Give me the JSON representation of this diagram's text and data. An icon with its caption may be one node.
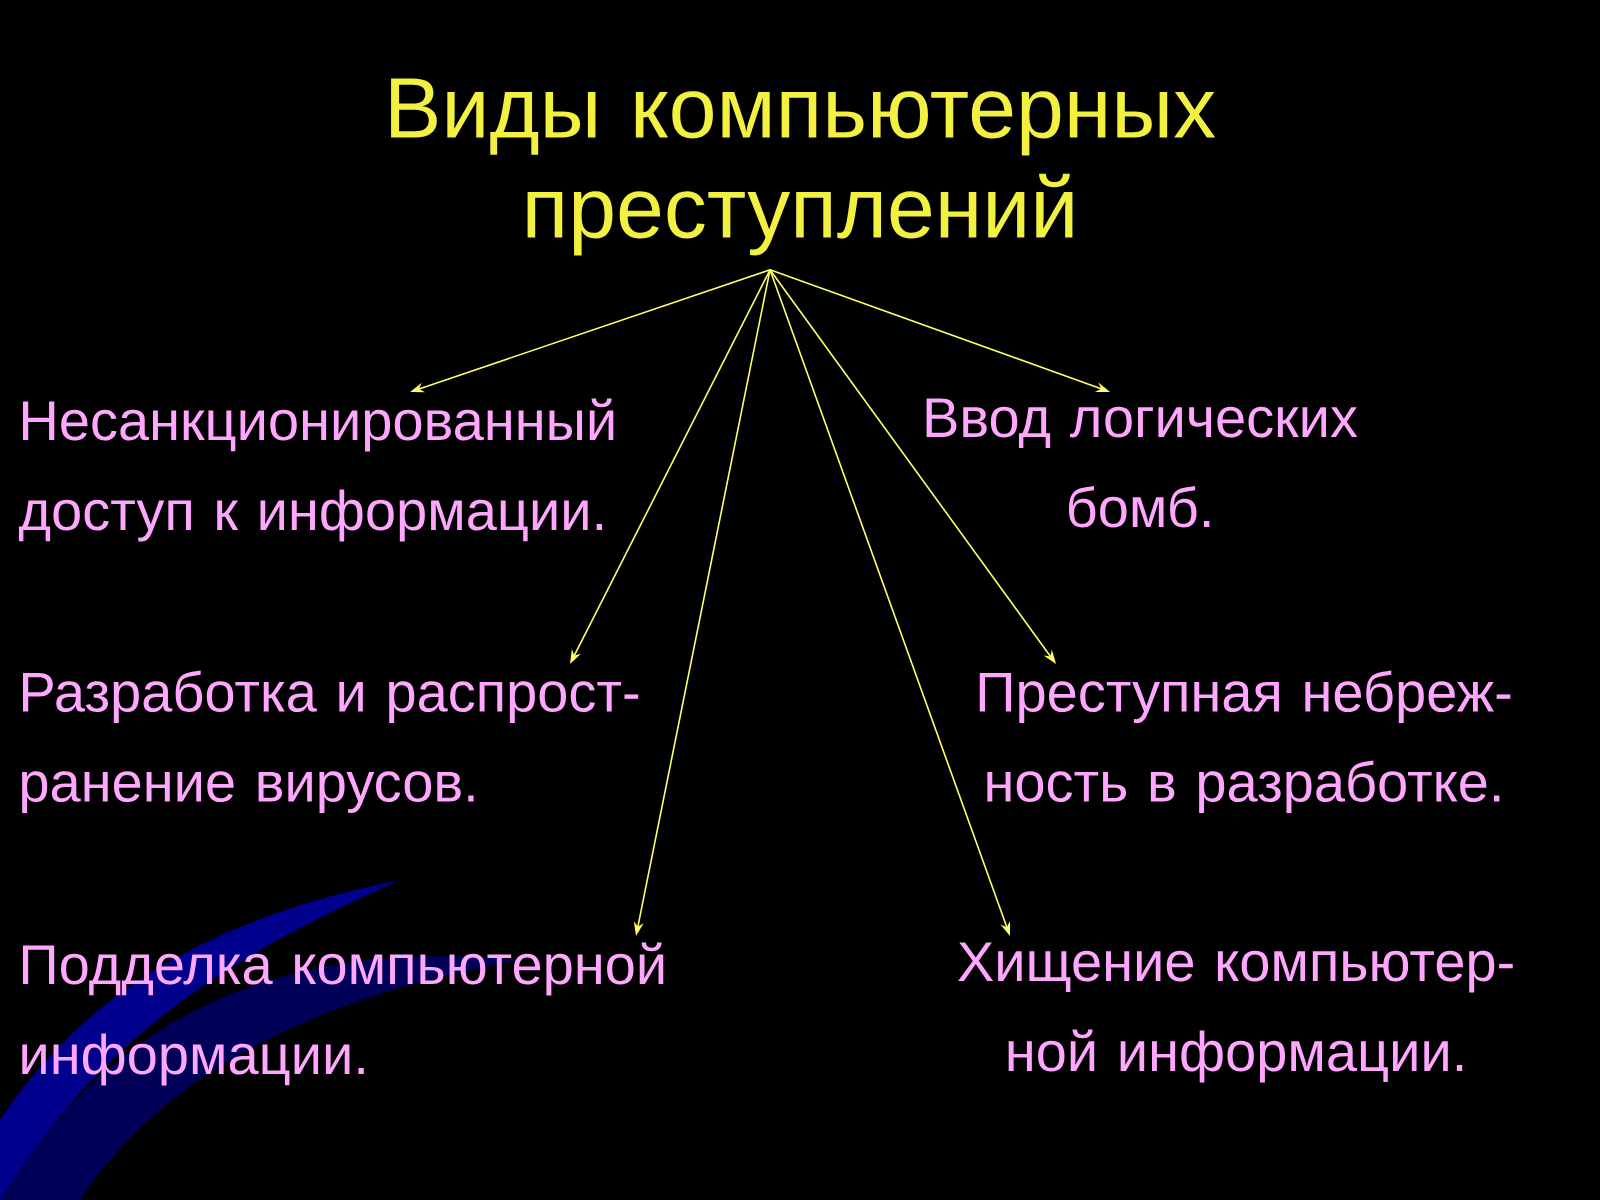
{
  "diagram": {
    "nodes": [
      {
        "text": [
          "Виды компьютерных преступлений"
        ]
      },
      {
        "text": [
          "Несанкционированный доступ к информации."
        ]
      },
      {
        "text": [
          "Разработка и распрост- ранение вирусов."
        ]
      },
      {
        "text": [
          "Подделка компьютерной информации."
        ]
      },
      {
        "text": [
          "Ввод логических бомб."
        ]
      },
      {
        "text": [
          "Преступная небреж- ность в разработке."
        ]
      },
      {
        "text": [
          "Хищение компьютер- ной информации."
        ]
      }
    ],
    "edges": [
      {
        "from": 0,
        "to": 1,
        "arrow": "to"
      },
      {
        "from": 0,
        "to": 2,
        "arrow": "to"
      },
      {
        "from": 0,
        "to": 3,
        "arrow": "to"
      },
      {
        "from": 0,
        "to": 4,
        "arrow": "to"
      },
      {
        "from": 0,
        "to": 5,
        "arrow": "to"
      },
      {
        "from": 0,
        "to": 6,
        "arrow": "to"
      }
    ]
  }
}
